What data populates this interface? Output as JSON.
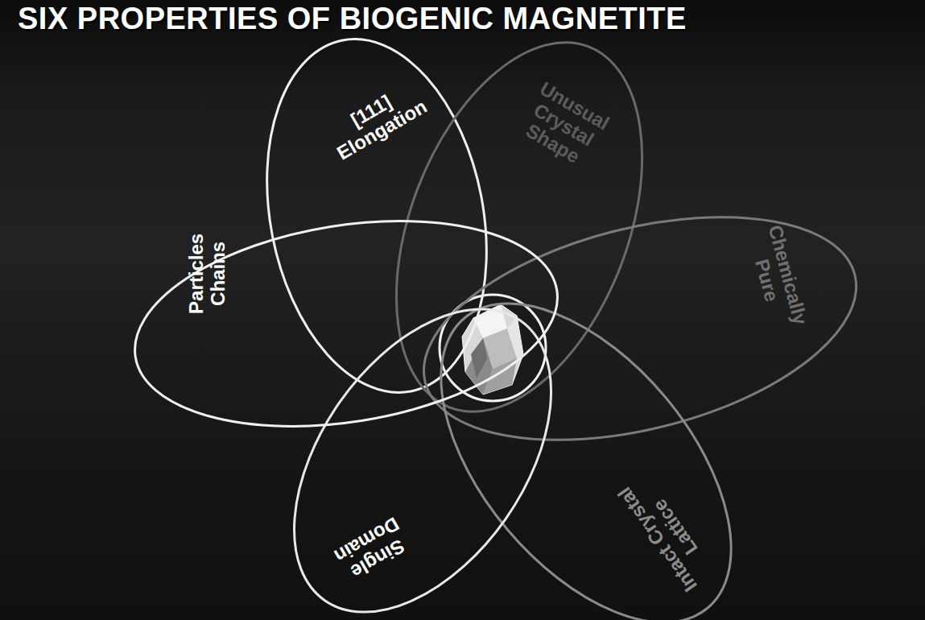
{
  "diagram": {
    "title": "SIX PROPERTIES OF BIOGENIC MAGNETITE",
    "nodes": [
      {
        "text": [
          "[111] Elongation"
        ]
      },
      {
        "text": [
          "Unusual Crystal Shape"
        ]
      },
      {
        "text": [
          "Chemically Pure"
        ]
      },
      {
        "text": [
          "Intact Crystal Lattice"
        ]
      },
      {
        "text": [
          "Single Domain"
        ]
      },
      {
        "text": [
          "Particles Chains"
        ]
      }
    ]
  }
}
